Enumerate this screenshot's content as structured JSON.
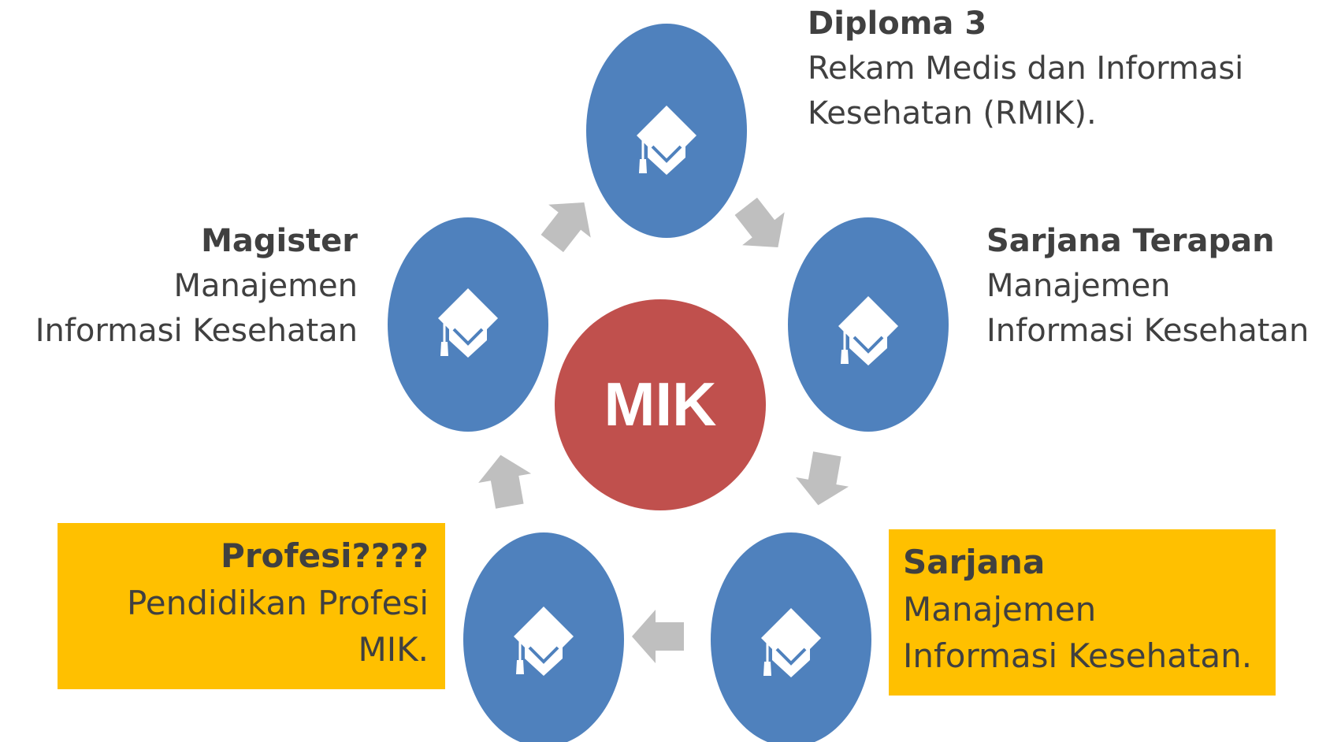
{
  "center": {
    "label": "MIK"
  },
  "colors": {
    "node": "#4f81bd",
    "center": "#c0504d",
    "arrow": "#bfbfbf",
    "highlight": "#ffc000",
    "text": "#404040"
  },
  "nodes": [
    {
      "id": "diploma3",
      "icon": "graduation-cap-icon"
    },
    {
      "id": "sarjana-terapan",
      "icon": "graduation-cap-icon"
    },
    {
      "id": "sarjana",
      "icon": "graduation-cap-icon"
    },
    {
      "id": "profesi",
      "icon": "graduation-cap-icon"
    },
    {
      "id": "magister",
      "icon": "graduation-cap-icon"
    }
  ],
  "labels": {
    "diploma3": {
      "title": "Diploma 3",
      "line1": "Rekam Medis dan Informasi",
      "line2": "Kesehatan (RMIK)."
    },
    "sarjana_terapan": {
      "title": "Sarjana Terapan",
      "line1": "Manajemen",
      "line2": "Informasi Kesehatan"
    },
    "sarjana": {
      "title": "Sarjana",
      "line1": "Manajemen",
      "line2": "Informasi Kesehatan.",
      "highlighted": true
    },
    "profesi": {
      "title": "Profesi????",
      "line1": "Pendidikan Profesi",
      "line2": "MIK.",
      "highlighted": true
    },
    "magister": {
      "title": "Magister",
      "line1": "Manajemen",
      "line2": "Informasi Kesehatan"
    }
  }
}
